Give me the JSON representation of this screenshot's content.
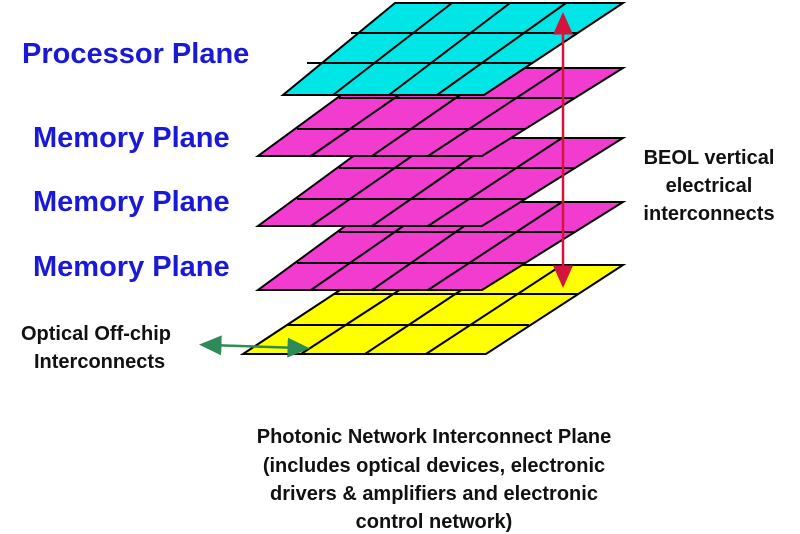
{
  "labels": {
    "processor_plane": "Processor Plane",
    "memory_plane_1": "Memory Plane",
    "memory_plane_2": "Memory Plane",
    "memory_plane_3": "Memory Plane",
    "optical_line1": "Optical  Off-chip",
    "optical_line2": "Interconnects",
    "beol_line1": "BEOL vertical",
    "beol_line2": "electrical",
    "beol_line3": "interconnects"
  },
  "caption": {
    "line1": "Photonic Network Interconnect Plane",
    "line2": "(includes optical devices, electronic",
    "line3": "drivers & amplifiers and electronic",
    "line4": "control network)"
  },
  "colors": {
    "processor_plane": "#00e5e5",
    "memory_plane": "#f23ccf",
    "photonic_plane": "#ffff00",
    "plane_label_text": "#1a1ad6",
    "vertical_arrow": "#d4143c",
    "optical_arrow": "#2e8b57"
  },
  "icons": {
    "vertical_arrow": "double-headed-vertical-arrow-icon",
    "optical_arrow": "double-headed-horizontal-arrow-icon"
  }
}
